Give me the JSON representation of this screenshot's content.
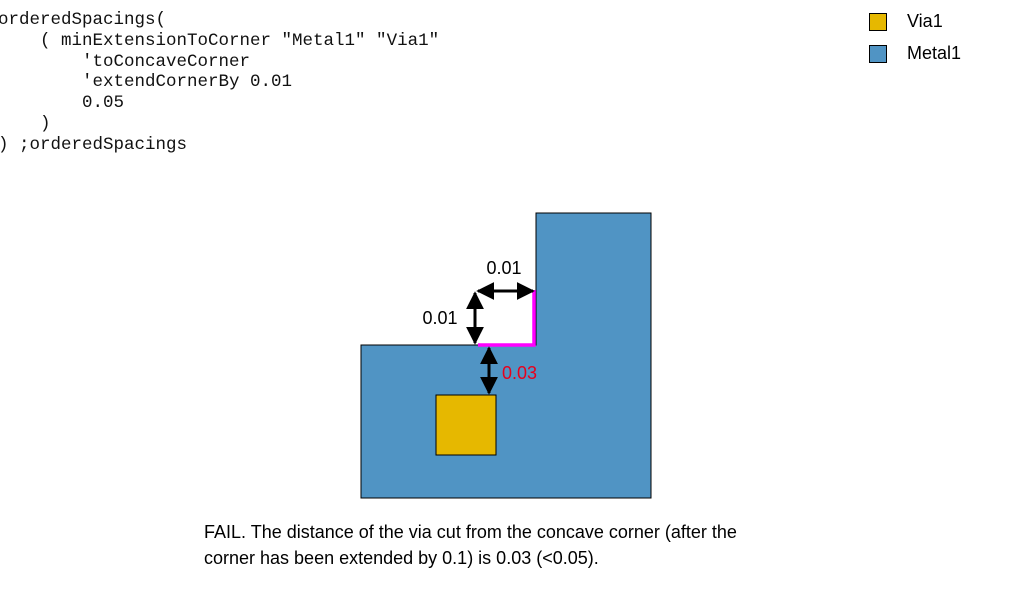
{
  "code": {
    "lines": [
      "orderedSpacings(",
      "    ( minExtensionToCorner \"Metal1\" \"Via1\"",
      "        'toConcaveCorner",
      "        'extendCornerBy 0.01",
      "        0.05",
      "    )",
      ") ;orderedSpacings"
    ]
  },
  "legend": {
    "items": [
      {
        "label": "Via1",
        "color": "#e6b800"
      },
      {
        "label": "Metal1",
        "color": "#5094c4"
      }
    ]
  },
  "diagram": {
    "labels": {
      "extension_horizontal": "0.01",
      "extension_vertical": "0.01",
      "measured_distance": "0.03"
    },
    "colors": {
      "metal": "#5094c4",
      "via": "#e6b800",
      "extended_corner_edge": "#ff00ff",
      "fail_value": "#e8001c"
    }
  },
  "caption": {
    "lines": [
      "FAIL. The distance of the via cut from the concave corner (after the",
      "corner has been extended by 0.1) is 0.03 (<0.05)."
    ]
  }
}
